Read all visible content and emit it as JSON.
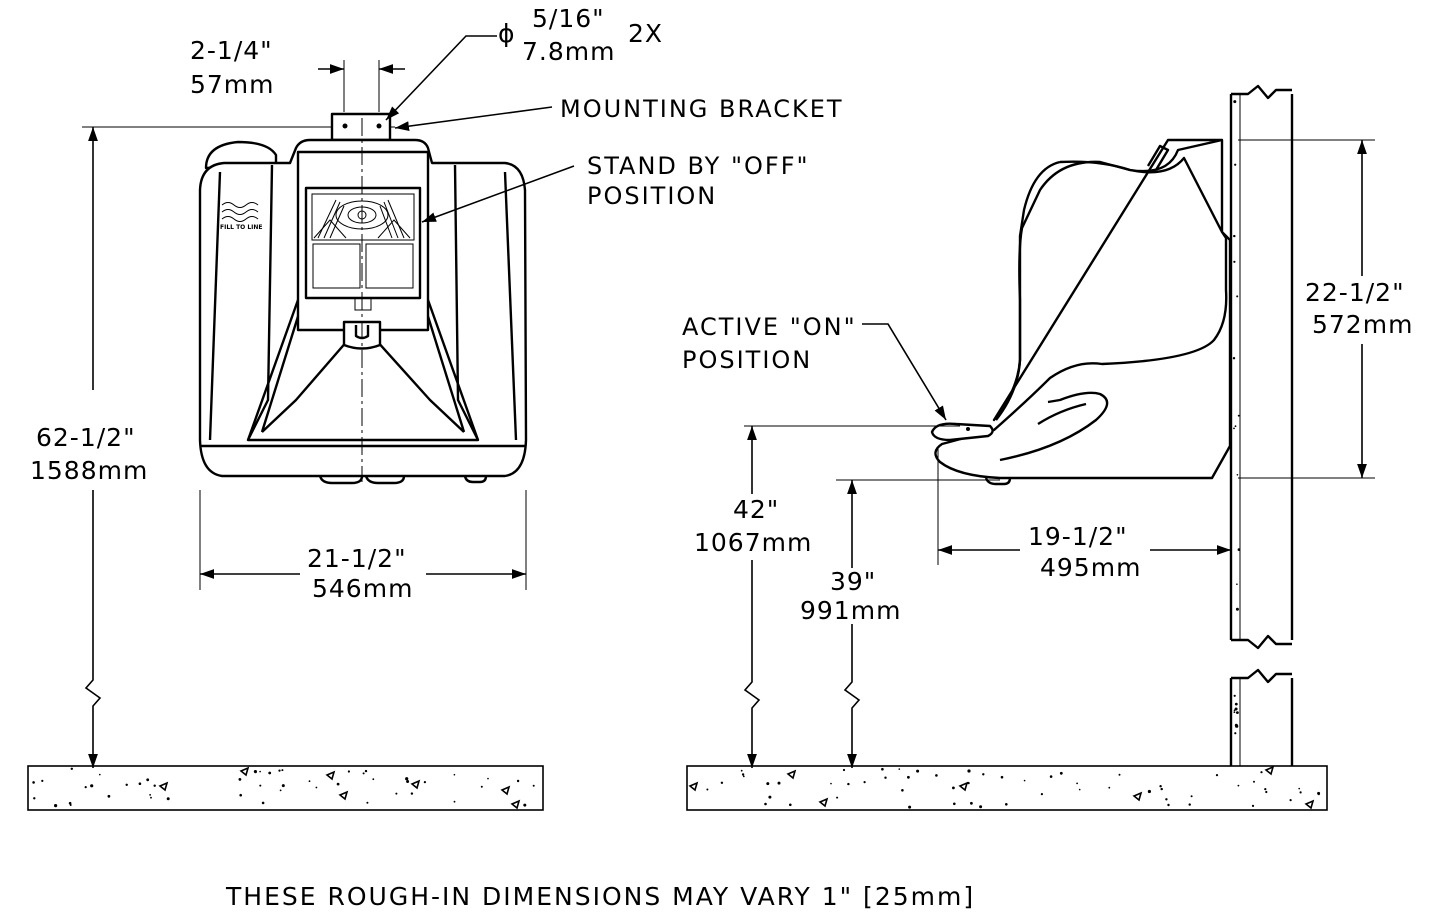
{
  "front_view": {
    "bracket_width": {
      "imperial": "2-1/4\"",
      "metric": "57mm"
    },
    "hole_diameter": {
      "symbol": "ϕ",
      "imperial": "5/16\"",
      "metric": "7.8mm",
      "qty": "2X"
    },
    "total_height": {
      "imperial": "62-1/2\"",
      "metric": "1588mm"
    },
    "width": {
      "imperial": "21-1/2\"",
      "metric": "546mm"
    },
    "callouts": {
      "mounting_bracket": "MOUNTING BRACKET",
      "standby_line1": "STAND BY \"OFF\"",
      "standby_line2": "POSITION"
    },
    "fill_label": "FILL TO LINE"
  },
  "side_view": {
    "active_line1": "ACTIVE \"ON\"",
    "active_line2": "POSITION",
    "bowl_height_active": {
      "imperial": "42\"",
      "metric": "1067mm"
    },
    "bowl_height_base": {
      "imperial": "39\"",
      "metric": "991mm"
    },
    "unit_height": {
      "imperial": "22-1/2\"",
      "metric": "572mm"
    },
    "depth": {
      "imperial": "19-1/2\"",
      "metric": "495mm"
    }
  },
  "footer_note": "THESE ROUGH-IN DIMENSIONS MAY VARY  1\" [25mm]"
}
